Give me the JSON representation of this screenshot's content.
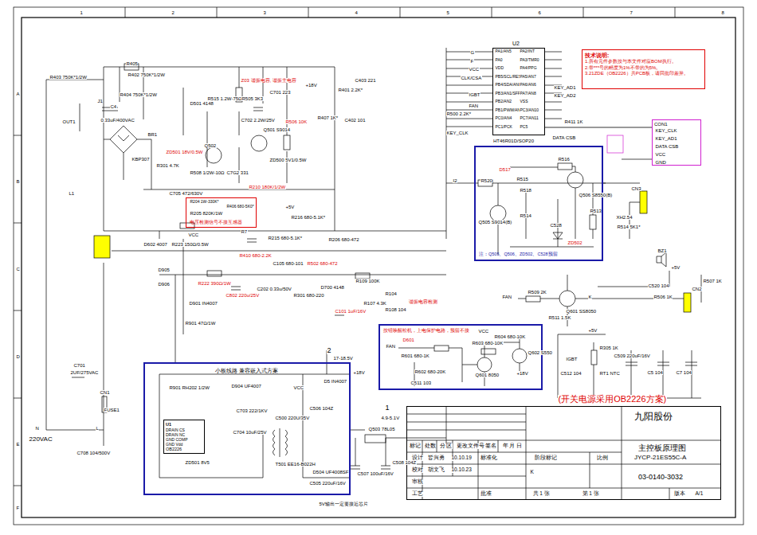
{
  "diagram": {
    "nodes": [
      {
        "text": [
          "技术说明:",
          "1.所有元件参数按与本文件对应BOM执行。",
          "2.带***号的精度为1%不带的为5%。",
          "3.21ZDE（OB2226）共PCB板，请回批印差异。"
        ]
      },
      {
        "text": [
          "U2",
          "HT46R01D/SOP20"
        ]
      },
      {
        "text": [
          "CON1"
        ]
      },
      {
        "text": [
          "小板线路 兼容嵌入式方案"
        ]
      },
      {
        "text": [
          "U1",
          "DRAIN CS",
          "DRAIN NC",
          "GND COMP",
          "GND Vdd",
          "OB2226"
        ],
        "in": 3
      },
      {
        "text": [
          "按钮唤醒松机，上电保护电路，预留不接"
        ]
      },
      {
        "text": [
          "电压检测信号不接互感器"
        ]
      },
      {
        "text": [
          "注：Q505、Q506、ZD502、C528预留"
        ]
      },
      {
        "text": [
          "九阳股份",
          "主控板原理图",
          "JYCP-21ES55C-A",
          "03-0140-3032"
        ]
      }
    ],
    "edges": [
      {
        "from": 1,
        "to": 2,
        "arrow": "none"
      }
    ],
    "labels": [
      "1",
      "2",
      "3",
      "4",
      "5",
      "6",
      "7",
      "8",
      "A",
      "B",
      "C",
      "D",
      "E",
      "F",
      "R405",
      "R403 750K*1/2W",
      "R402 750K*1/2W",
      "R404 750K*1/2W",
      "J1",
      "C4",
      "0.33uF/400VAC",
      "OUT1",
      "BR1",
      "KBP307",
      "L1",
      "R301 4.7K",
      "D501 4148",
      "R515 1.2W-75Ω",
      "R505 3K3",
      "Z03 谐振电容, 谐振主电容",
      "+18V",
      "C701 223",
      "C702 2.2W/25V",
      "Q501 S9014",
      "Q502",
      "ZD501 18V/0.5W",
      "R506 10K",
      "ZD500 5V1/0.5W",
      "R508 1/2W-10Ω",
      "C7G2 331",
      "R210 180K/1/2W",
      "C705 472/630V",
      "R204 1W-330K*",
      "R406 680-5K0*",
      "R205 820K/1W",
      "R7",
      "+5V",
      "R216 680-5.1K*",
      "R215 680-5.1K*",
      "R206 680-472",
      "R410 680-2.2K",
      "C105 680-101",
      "R502 680-472",
      "D602 4007",
      "R223 150Ω/0.5W",
      "VCC",
      "D905",
      "D906",
      "R222 390Ω/1W",
      "C802 220u/25V",
      "C202 0.33u/50V",
      "D901 IN4007",
      "R901 47Ω/1W",
      "R301 680-220",
      "D700 4148",
      "R109 100K",
      "R107 4.3K",
      "C101 1uF/16V",
      "R104",
      "R108 104",
      "谐振电容检测",
      "C701",
      "2UF/275VAC",
      "CN1",
      "FUSE1",
      "N",
      "L",
      "220VAC",
      "C708 104/500V",
      "R901 RH202 1/2W",
      "D904 UF4007",
      "C703 222/1KV",
      "C704 10uF/25V",
      "VCC",
      "C500 220U/35V",
      "C506 104Z",
      "ZD501 8V5",
      "T501 EE16-B022H",
      "D504 UF4008SF",
      "2",
      "17-18.5V",
      "+18V",
      "D5 IN4007",
      "Q503 78L05",
      "1",
      "4.9-5.1V",
      "C505 220uF/16V",
      "C507 100uF/16V",
      "C508 104Z",
      "5V输出一定要接近芯片",
      "C403 221",
      "R401 2.2K*",
      "R407 1K*",
      "C402 101",
      "G",
      "F",
      "VCC",
      "CLK/CSA",
      "IGBT",
      "FAN",
      "R500 2.2K*",
      "KEY_CLK",
      "KEY_AD1",
      "KEY_AD2",
      "DATA CSB",
      "R411 1K",
      "PA1/AN5",
      "PA0",
      "VDD",
      "PB5/SCL/RES",
      "PB4/SDA/AN0",
      "PB3/AN1/SFF",
      "PB2/AN2",
      "PB1/PWM/AN3",
      "PC0/AN4",
      "PC1/PCK",
      "PA2/INT",
      "PA3/TMR0",
      "PA4/PPG",
      "PA5/AN7",
      "PA6/AN6",
      "PA7/AN8",
      "VSS",
      "PC3/AN10",
      "PC7/AN11",
      "PC5",
      "KEY_CLK",
      "KEY_AD1",
      "DATA CSB",
      "VCC",
      "GND",
      "R520",
      "D517",
      "Q505 S9014(B)",
      "R515",
      "R516",
      "Q506 S8550(B)",
      "R518",
      "R514",
      "C528",
      "ZD502",
      "R513",
      "I2",
      "CN3",
      "XH2.54",
      "R514 5K1*",
      "+5V",
      "BZ1",
      "C520 104",
      "R506 1K",
      "K",
      "CN2",
      "R507 1K",
      "FAN",
      "R509 2K",
      "Q601 SS8050",
      "R511 1.5K",
      "FAN",
      "D601",
      "R601 680-1K",
      "VCC",
      "R603 680-10K",
      "R604 680-10K",
      "Q602 S550",
      "Q601 8050",
      "R602 680-20K",
      "C511 103",
      "+18V",
      "+5V",
      "R305 1K",
      "IGBT",
      "C512 104",
      "RT1 NTC",
      "C509 220uF/16V",
      "C5 104",
      "C7 104",
      "(开关电源采用OB2226方案)",
      "标记",
      "处数",
      "分 区",
      "更改文件号",
      "签名",
      "年 月 日",
      "设计",
      "皆兴勇",
      "10.10.19",
      "标准化",
      "校对",
      "胡文飞",
      "10.10.23",
      "审核",
      "工艺",
      "批准",
      "阶段标记",
      "比例",
      "K",
      "共 1 张",
      "第 1 张",
      "版本",
      "A/1"
    ]
  }
}
